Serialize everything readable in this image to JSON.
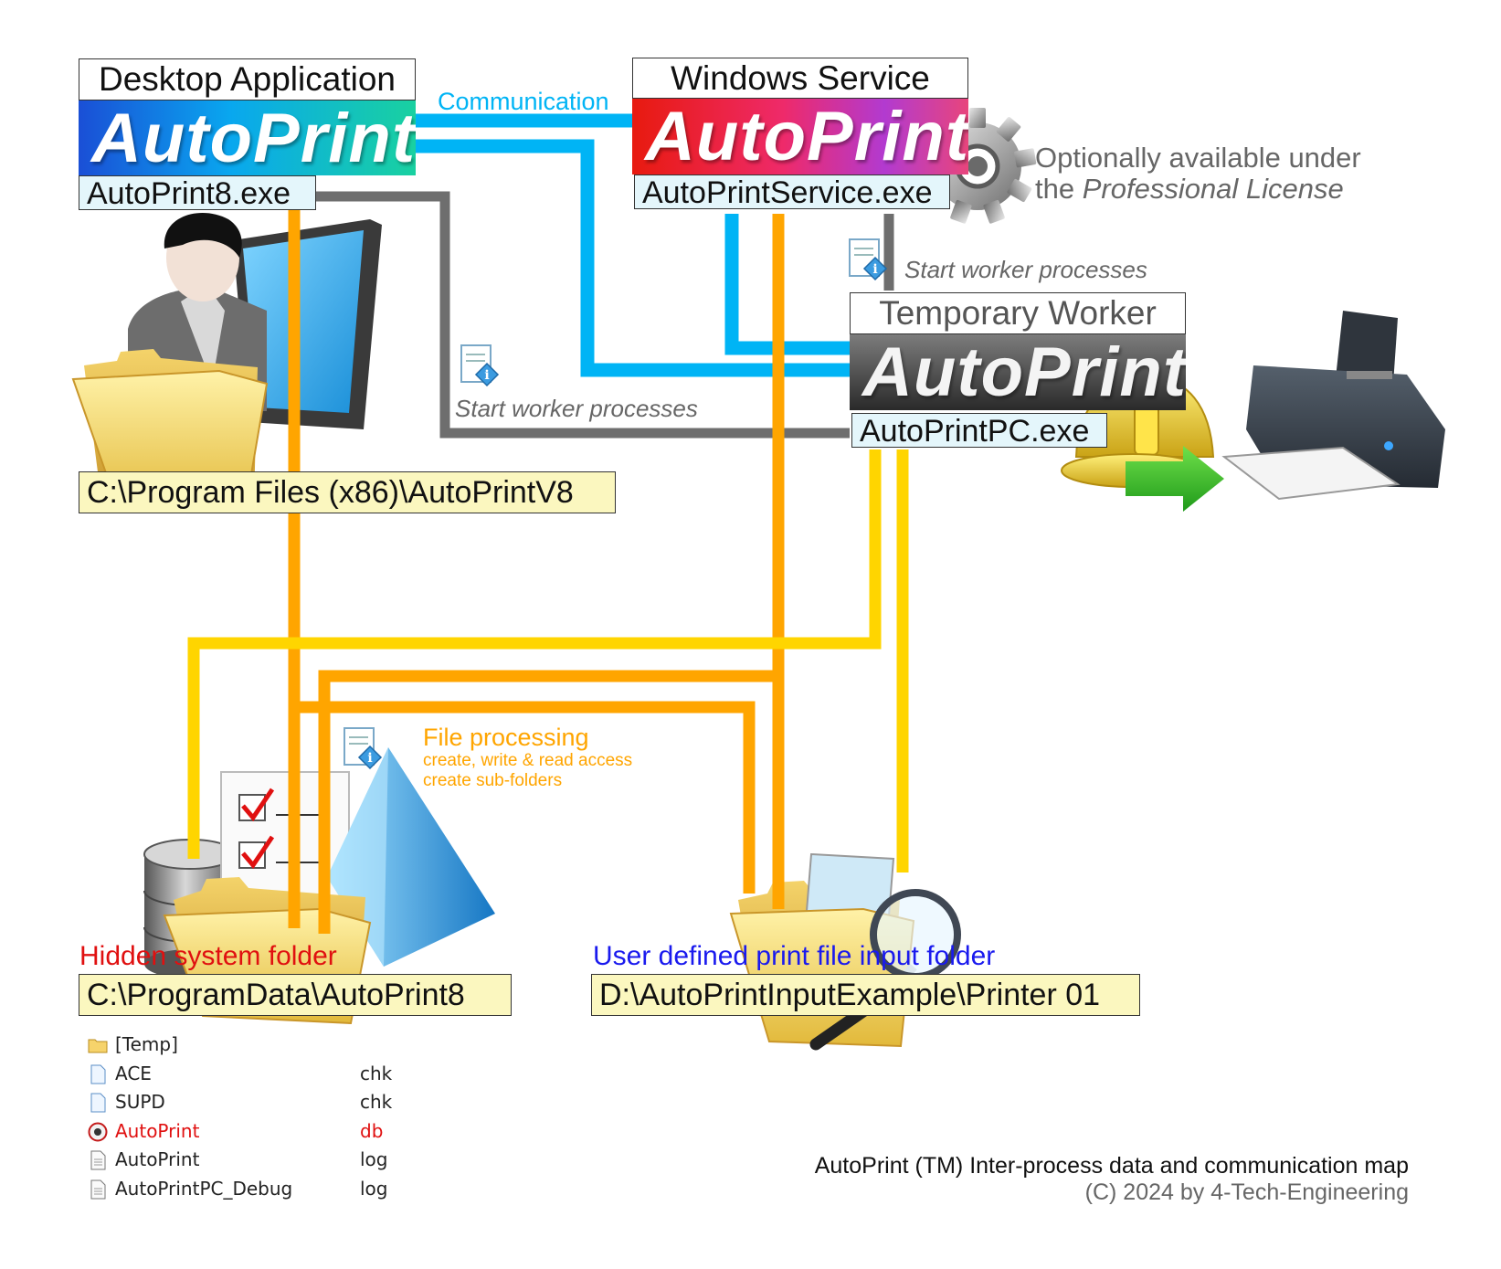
{
  "desktop": {
    "header": "Desktop Application",
    "logo": "AutoPrint",
    "exe": "AutoPrint8.exe",
    "install_path": "C:\\Program Files (x86)\\AutoPrintV8"
  },
  "service": {
    "header": "Windows Service",
    "logo": "AutoPrint",
    "exe": "AutoPrintService.exe",
    "note_line1": "Optionally available under",
    "note_line2_prefix": "the ",
    "note_line2_italic": "Professional License"
  },
  "worker": {
    "header": "Temporary Worker",
    "logo": "AutoPrint",
    "exe": "AutoPrintPC.exe"
  },
  "connections": {
    "communication": "Communication",
    "start_workers_desktop": "Start worker processes",
    "start_workers_service": "Start worker processes",
    "file_processing_title": "File processing",
    "file_processing_line1": "create, write & read access",
    "file_processing_line2": "create sub-folders"
  },
  "system_folder": {
    "caption": "Hidden system folder",
    "path": "C:\\ProgramData\\AutoPrint8",
    "files": [
      {
        "name": "[Temp]",
        "ext": "",
        "icon": "folder-icon"
      },
      {
        "name": "ACE",
        "ext": "chk",
        "icon": "document-icon"
      },
      {
        "name": "SUPD",
        "ext": "chk",
        "icon": "document-icon"
      },
      {
        "name": "AutoPrint",
        "ext": "db",
        "icon": "database-file-icon"
      },
      {
        "name": "AutoPrint",
        "ext": "log",
        "icon": "text-file-icon"
      },
      {
        "name": "AutoPrintPC_Debug",
        "ext": "log",
        "icon": "text-file-icon"
      }
    ]
  },
  "input_folder": {
    "caption": "User defined print file input folder",
    "path": "D:\\AutoPrintInputExample\\Printer 01"
  },
  "footer": {
    "title": "AutoPrint (TM) Inter-process data and communication map",
    "copyright": "(C) 2024 by 4-Tech-Engineering"
  },
  "colors": {
    "communication": "#00b4f5",
    "start_process": "#6e6e6e",
    "file_access": "#ffa500",
    "file_access_worker": "#ffd500",
    "system_caption": "#e01010",
    "input_caption": "#1a1aee"
  }
}
